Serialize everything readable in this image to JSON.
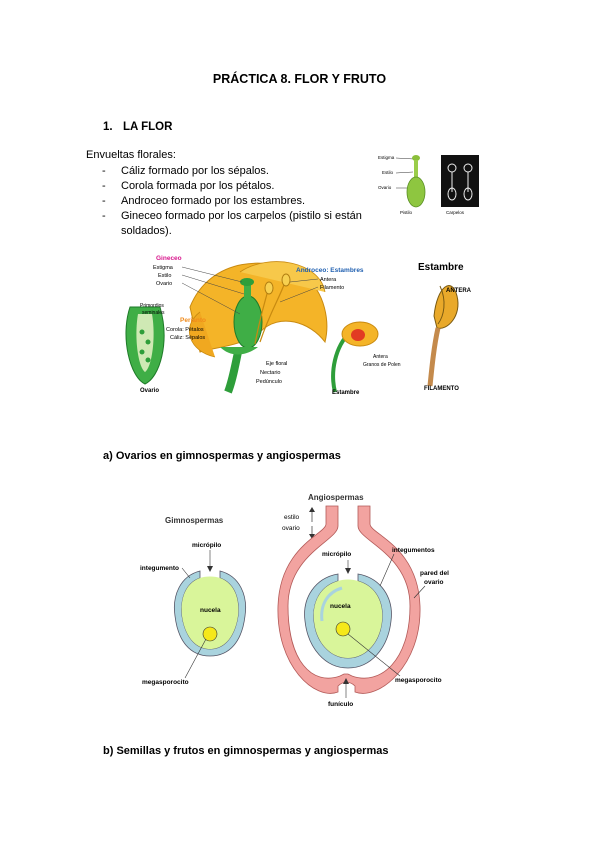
{
  "document": {
    "title": "PRÁCTICA 8. FLOR Y FRUTO",
    "section1": {
      "number": "1.",
      "heading": "LA FLOR"
    },
    "envolturas_label": "Envueltas florales:",
    "bullets": [
      "Cáliz formado por los sépalos.",
      "Corola formada por los pétalos.",
      "Androceo formado por los estambres.",
      "Gineceo formado por los carpelos (pistilo si están soldados)."
    ],
    "dash": "-",
    "subsection_a": "a)  Ovarios en gimnospermas y angiospermas",
    "subsection_b": "b)  Semillas y frutos en gimnospermas y angiospermas"
  },
  "pistil_figure": {
    "labels": [
      "Estigma",
      "Estilo",
      "Ovario"
    ],
    "caption_left": "Pistilo",
    "caption_right": "Carpelos"
  },
  "flower_figure": {
    "gineceo": "Gineceo",
    "gineceo_parts": [
      "Estigma",
      "Estilo",
      "Ovario"
    ],
    "androceo": "Androceo: Estambres",
    "androceo_parts": [
      "Antera",
      "Filamento"
    ],
    "primordios": [
      "Primordios",
      "seminales"
    ],
    "perianto": "Perianto",
    "perianto_parts": [
      "Corola: Pétalos",
      "Cáliz: Sépalos"
    ],
    "eje": [
      "Eje floral",
      "Nectario",
      "Pedúnculo"
    ],
    "ovario": "Ovario",
    "estambre": "Estambre",
    "estambre_parts": [
      "Antera",
      "Granos de Polen"
    ]
  },
  "stamen_figure": {
    "title": "Estambre",
    "antera": "ANTERA",
    "filamento": "FILAMENTO"
  },
  "ovule_figure": {
    "gimno_title": "Gimnospermas",
    "angio_title": "Angiospermas",
    "micropilo": "micrópilo",
    "integumento": "integumento",
    "integumentos": "integumentos",
    "nucela": "nucela",
    "megasporocito": "megasporocito",
    "estilo": "estilo",
    "ovario": "ovario",
    "pared": [
      "pared del",
      "ovario"
    ],
    "funiculo": "funículo"
  },
  "colors": {
    "green": "#2e9e3a",
    "yellow": "#f4b428",
    "pink": "#d8168c",
    "blue": "#1f5fb0",
    "ovary_wall": "#f2a3a0",
    "integument": "#a9d3de",
    "nucellus": "#d9f59a"
  }
}
